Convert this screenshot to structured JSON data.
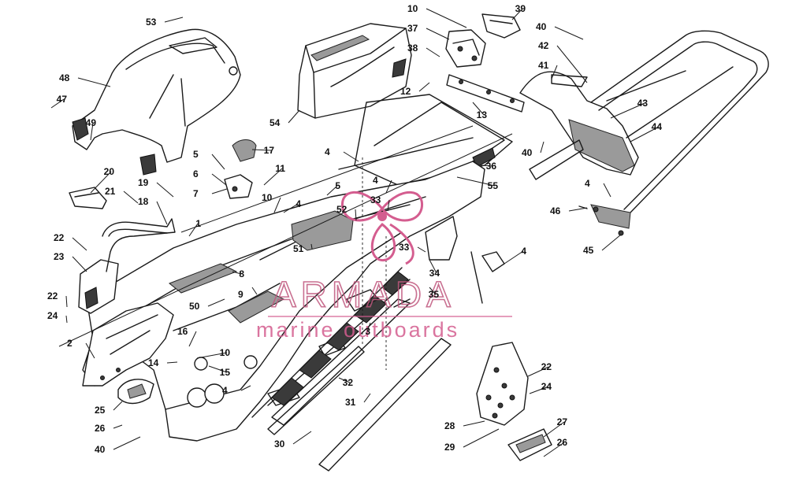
{
  "diagram": {
    "callouts": [
      "1",
      "2",
      "3",
      "4",
      "5",
      "6",
      "7",
      "8",
      "9",
      "10",
      "11",
      "12",
      "13",
      "14",
      "15",
      "16",
      "17",
      "18",
      "19",
      "20",
      "21",
      "22",
      "23",
      "24",
      "25",
      "26",
      "27",
      "28",
      "29",
      "30",
      "31",
      "32",
      "33",
      "34",
      "35",
      "36",
      "37",
      "38",
      "39",
      "40",
      "41",
      "42",
      "43",
      "44",
      "45",
      "46",
      "47",
      "48",
      "49",
      "50",
      "51",
      "52",
      "53",
      "54",
      "55"
    ]
  },
  "watermark": {
    "title": "ARMADA",
    "subtitle": "marine outboards"
  },
  "colors": {
    "watermark": "#c0587e",
    "line": "#1a1a1a",
    "background": "#ffffff"
  }
}
